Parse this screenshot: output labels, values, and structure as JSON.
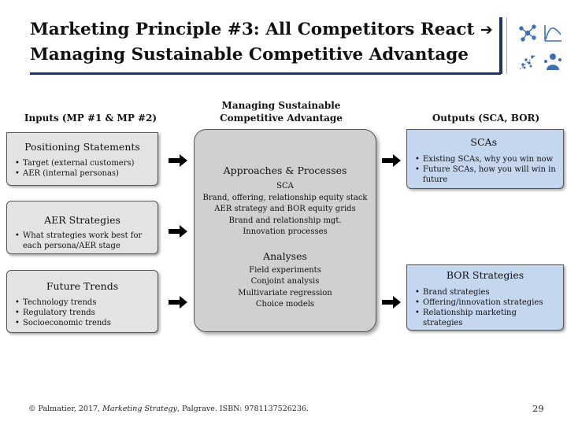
{
  "header": {
    "title_line1": "Marketing Principle #3: All Competitors React",
    "title_arrow": "➔",
    "title_line2": "Managing Sustainable Competitive Advantage",
    "icons": [
      "network-icon",
      "curve-icon",
      "scatter-icon",
      "person-icon"
    ],
    "accent_color": "#1f3560"
  },
  "columns": {
    "inputs_header": "Inputs (MP #1 & MP #2)",
    "middle_header": "Managing Sustainable Competitive Advantage",
    "outputs_header": "Outputs (SCA, BOR)"
  },
  "inputs": [
    {
      "title": "Positioning Statements",
      "bullets": [
        "Target (external customers)",
        "AER (internal personas)"
      ]
    },
    {
      "title": "AER Strategies",
      "bullets": [
        "What strategies work best for each persona/AER stage"
      ]
    },
    {
      "title": "Future Trends",
      "bullets": [
        "Technology trends",
        "Regulatory trends",
        "Socioeconomic trends"
      ]
    }
  ],
  "middle": {
    "section1_title": "Approaches & Processes",
    "section1_lines": [
      "SCA",
      "Brand, offering, relationship equity stack",
      "AER strategy and BOR equity grids",
      "Brand and relationship mgt.",
      "Innovation processes"
    ],
    "section2_title": "Analyses",
    "section2_lines": [
      "Field experiments",
      "Conjoint analysis",
      "Multivariate regression",
      "Choice models"
    ]
  },
  "outputs": [
    {
      "title": "SCAs",
      "bullets": [
        "Existing SCAs, why you win now",
        "Future SCAs, how you will win in future"
      ]
    },
    {
      "title": "BOR Strategies",
      "bullets": [
        "Brand strategies",
        "Offering/innovation strategies",
        "Relationship marketing strategies"
      ]
    }
  ],
  "footer": {
    "citation_prefix": "© Palmatier, 2017, ",
    "citation_title": "Marketing Strategy",
    "citation_suffix": ", Palgrave. ISBN: 9781137526236.",
    "page_number": "29"
  }
}
